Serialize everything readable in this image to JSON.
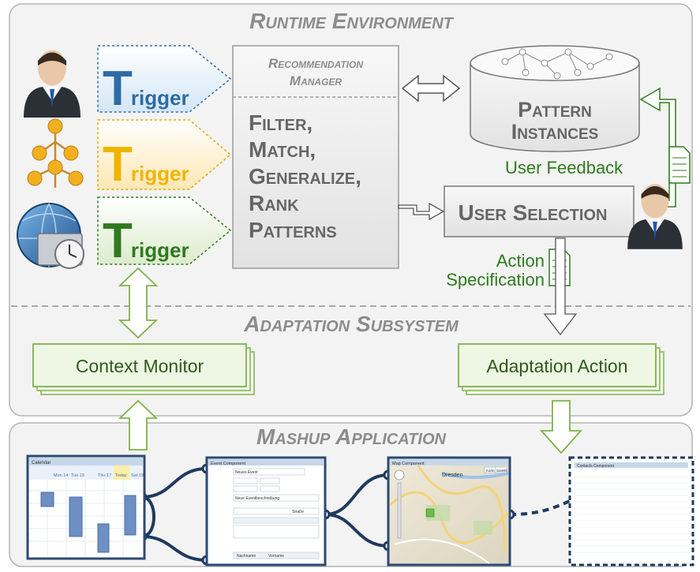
{
  "runtime": {
    "title": "Runtime Environment",
    "triggers": [
      "Trigger",
      "Trigger",
      "Trigger"
    ],
    "recommendation_manager": {
      "title_line1": "Recommendation",
      "title_line2": "Manager",
      "steps": [
        "Filter,",
        "Match,",
        "Generalize,",
        "Rank",
        "Patterns"
      ]
    },
    "pattern_instances": {
      "line1": "Pattern",
      "line2": "Instances"
    },
    "user_feedback": "User Feedback",
    "user_selection": "User Selection",
    "action_specification": {
      "line1": "Action",
      "line2": "Specification"
    }
  },
  "adaptation": {
    "title": "Adaptation Subsystem",
    "context_monitor": "Context Monitor",
    "adaptation_action": "Adaptation Action"
  },
  "mashup": {
    "title": "Mashup Application",
    "components": {
      "calendar": {
        "title": "Calendar",
        "days": [
          "Mon 14",
          "Tue 15",
          "Thu 17",
          "Today",
          "Sat 19"
        ]
      },
      "event": {
        "title": "Event Component",
        "fields": [
          "Neues Event",
          "Neue Eventbeschreibung",
          "Straße"
        ],
        "columns": [
          "Nachname",
          "Vorname"
        ]
      },
      "map": {
        "title": "Map Component",
        "city": "Dresden",
        "buttons": [
          "Karte",
          "Satellit"
        ]
      },
      "contacts": {
        "title": "Contacts Component"
      }
    }
  },
  "colors": {
    "trigger_blue": "#2e6ca4",
    "trigger_orange": "#f5b800",
    "trigger_green": "#2f7a1f",
    "box_green_border": "#7fb24a",
    "box_green_fill": "#eef6e4",
    "heading_gray": "#8c8c8c",
    "connector_navy": "#1f3a5f"
  }
}
